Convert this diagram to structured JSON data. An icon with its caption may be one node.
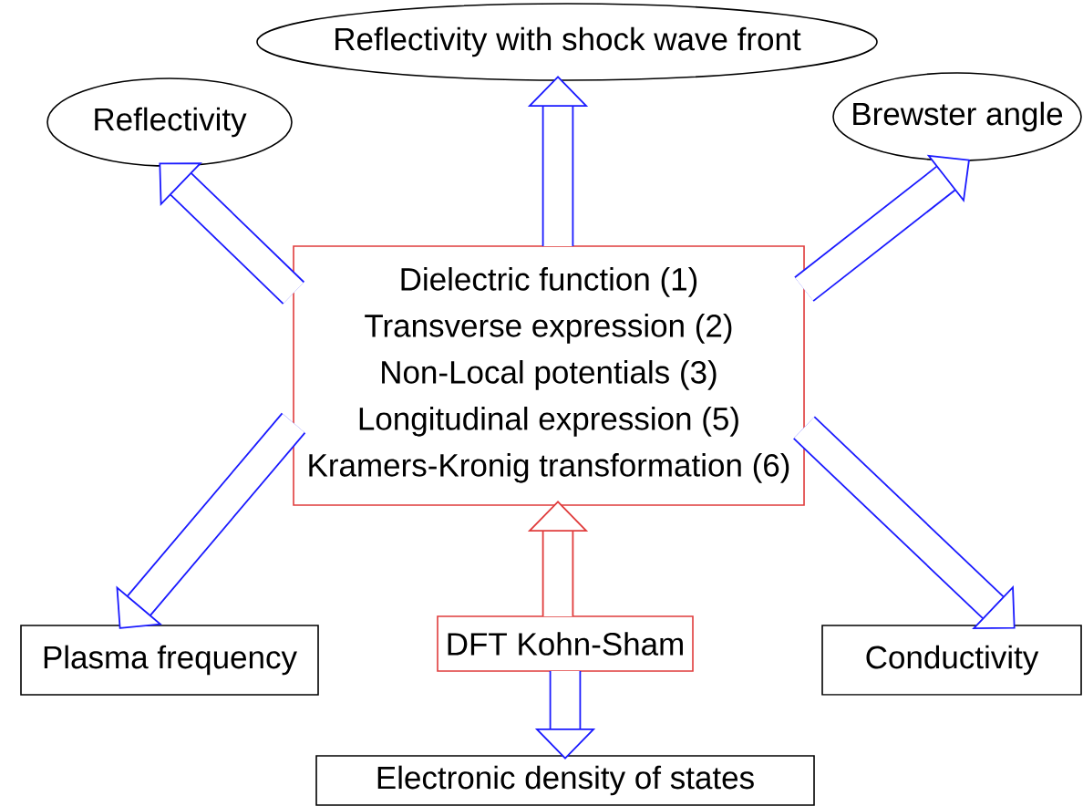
{
  "diagram": {
    "nodes": [
      {
        "text": [
          "Reflectivity with shock wave front"
        ]
      },
      {
        "text": [
          "Reflectivity"
        ]
      },
      {
        "text": [
          "Brewster angle"
        ]
      },
      {
        "text": [
          "Dielectric function (1)",
          "Transverse expression (2)",
          "Non-Local potentials (3)",
          "Longitudinal expression (5)",
          "Kramers-Kronig transformation (6)"
        ]
      },
      {
        "text": [
          "Plasma frequency"
        ]
      },
      {
        "text": [
          "DFT Kohn-Sham"
        ]
      },
      {
        "text": [
          "Conductivity"
        ]
      },
      {
        "text": [
          "Electronic density of states"
        ]
      }
    ],
    "edges": [
      {
        "from": 3,
        "to": 0,
        "arrow": "to"
      },
      {
        "from": 3,
        "to": 1,
        "arrow": "to"
      },
      {
        "from": 3,
        "to": 2,
        "arrow": "to"
      },
      {
        "from": 3,
        "to": 4,
        "arrow": "to"
      },
      {
        "from": 3,
        "to": 6,
        "arrow": "to"
      },
      {
        "from": 5,
        "to": 3,
        "arrow": "to",
        "color": "#e03c3c"
      },
      {
        "from": 5,
        "to": 7,
        "arrow": "to"
      }
    ]
  }
}
